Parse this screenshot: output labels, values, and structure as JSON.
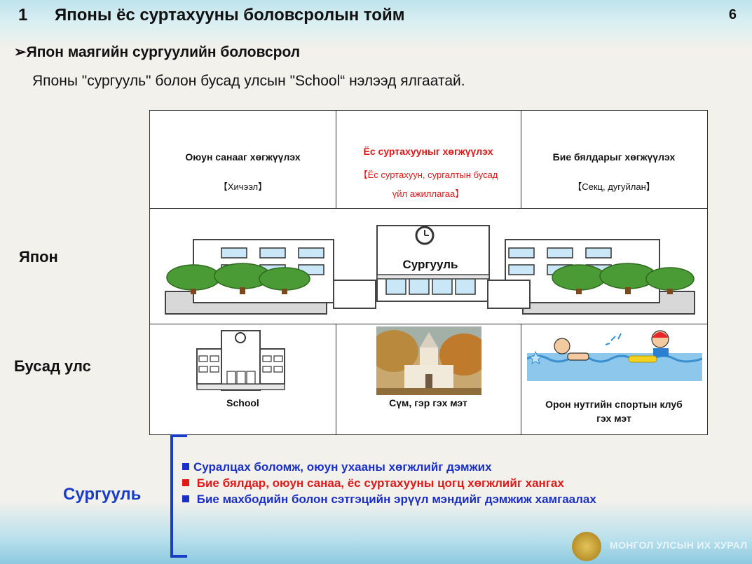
{
  "slide": {
    "number": "1",
    "title": "Японы ёс суртахууны боловсролын тойм",
    "page": "6"
  },
  "subtitle": "➢Япон маягийн сургуулийн боловсрол",
  "intro": "Японы \"сургууль\" болон бусад улсын \"School“ нэлээд ялгаатай.",
  "columns": [
    {
      "title": "Оюун санааг хөгжүүлэх",
      "sub": "【Хичээл】"
    },
    {
      "title": "Ёс суртахууныг хөгжүүлэх",
      "sub1": "【Ёс суртахуун, сургалтын бусад",
      "sub2": "үйл ажиллагаа】"
    },
    {
      "title": "Бие бялдарыг хөгжүүлэх",
      "sub": "【Секц, дугуйлан】"
    }
  ],
  "rows": {
    "japan": "Япон",
    "other": "Бусад улс"
  },
  "japan_school_label": "Сургууль",
  "other_captions": {
    "school": "School",
    "church": "Сүм, гэр гэх мэт",
    "club1": "Орон нутгийн спортын клуб",
    "club2": "гэх мэт"
  },
  "school_summary": {
    "label": "Сургууль",
    "items": [
      {
        "text": "Суралцах боломж, оюун ухааны хөгжлийг дэмжих",
        "color": "#1a2fc8"
      },
      {
        "text": " Бие бялдар, оюун санаа, ёс суртахууны цогц хөгжлийг хангах",
        "color": "#e01919"
      },
      {
        "text": " Бие махбодийн болон сэтгэцийн эрүүл мэндийг дэмжиж хамгаалах",
        "color": "#1a2fc8"
      }
    ]
  },
  "footer": {
    "org": "МОНГОЛ УЛСЫН ИХ ХУРАЛ"
  }
}
